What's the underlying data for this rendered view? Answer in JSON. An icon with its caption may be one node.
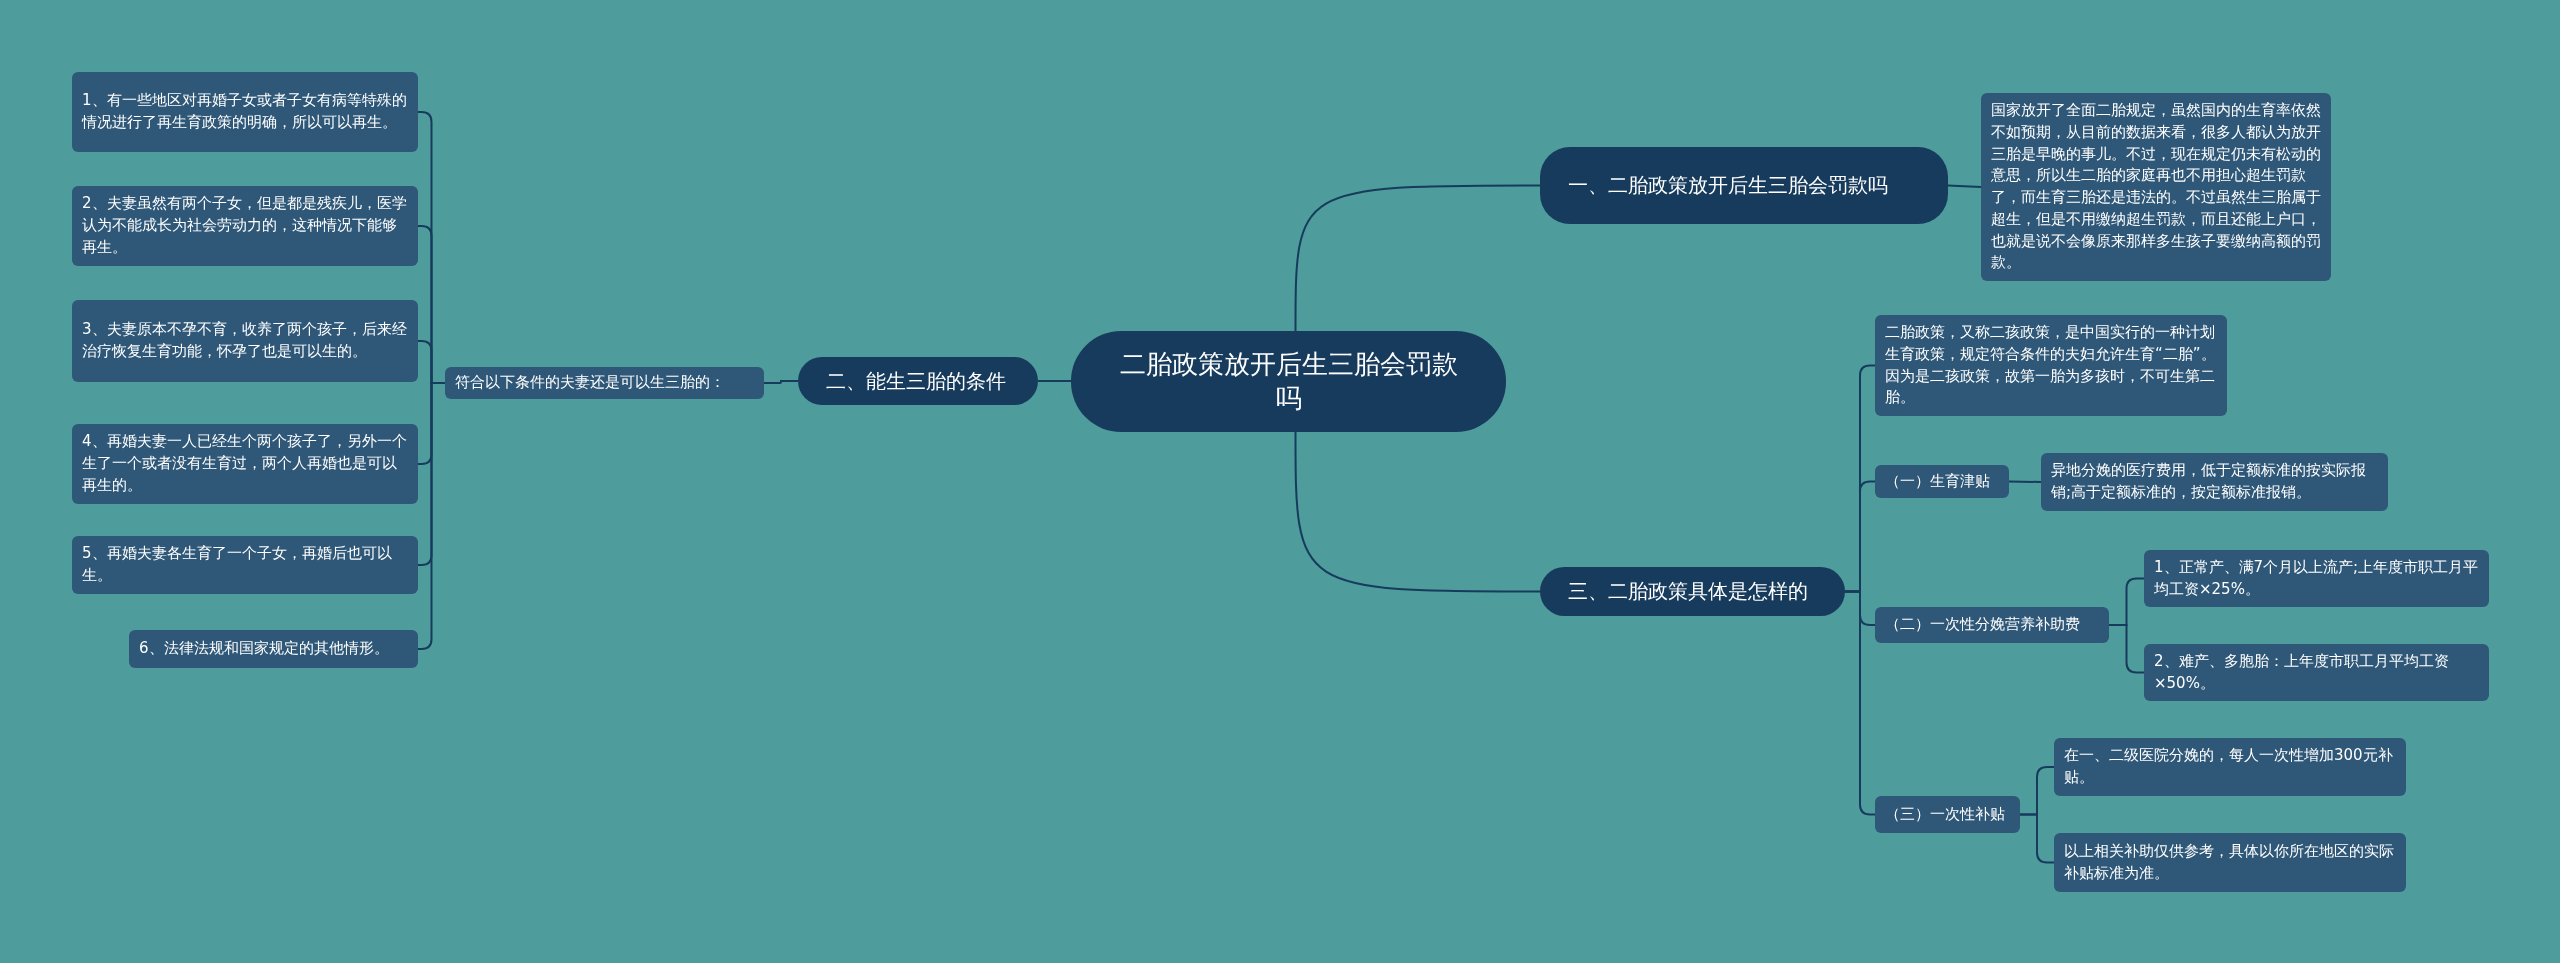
{
  "diagram": {
    "nodes": [
      {
        "text": [
          "二胎政策放开后生三胎会罚款吗"
        ]
      },
      {
        "text": [
          "一、二胎政策放开后生三胎会罚款吗"
        ]
      },
      {
        "text": [
          "国家放开了全面二胎规定，虽然国内的生育率依然不如预期，从目前的数据来看，很多人都认为放开三胎是早晚的事儿。不过，现在规定仍未有松动的意思，所以生二胎的家庭再也不用担心超生罚款了，而生育三胎还是违法的。不过虽然生三胎属于超生，但是不用缴纳超生罚款，而且还能上户口，也就是说不会像原来那样多生孩子要缴纳高额的罚款。"
        ]
      },
      {
        "text": [
          "二、能生三胎的条件"
        ]
      },
      {
        "text": [
          "符合以下条件的夫妻还是可以生三胎的："
        ]
      },
      {
        "text": [
          "1、有一些地区对再婚子女或者子女有病等特殊的情况进行了再生育政策的明确，所以可以再生。"
        ]
      },
      {
        "text": [
          "2、夫妻虽然有两个子女，但是都是残疾儿，医学认为不能成长为社会劳动力的，这种情况下能够再生。"
        ]
      },
      {
        "text": [
          "3、夫妻原本不孕不育，收养了两个孩子，后来经治疗恢复生育功能，怀孕了也是可以生的。"
        ]
      },
      {
        "text": [
          "4、再婚夫妻一人已经生个两个孩子了，另外一个生了一个或者没有生育过，两个人再婚也是可以再生的。"
        ]
      },
      {
        "text": [
          "5、再婚夫妻各生育了一个子女，再婚后也可以生。"
        ]
      },
      {
        "text": [
          "6、法律法规和国家规定的其他情形。"
        ]
      },
      {
        "text": [
          "三、二胎政策具体是怎样的"
        ]
      },
      {
        "text": [
          "二胎政策，又称二孩政策，是中国实行的一种计划生育政策，规定符合条件的夫妇允许生育“二胎”。因为是二孩政策，故第一胎为多孩时，不可生第二胎。"
        ]
      },
      {
        "text": [
          "（一）生育津贴"
        ]
      },
      {
        "text": [
          "异地分娩的医疗费用，低于定额标准的按实际报销;高于定额标准的，按定额标准报销。"
        ]
      },
      {
        "text": [
          "（二）一次性分娩营养补助费"
        ]
      },
      {
        "text": [
          "1、正常产、满7个月以上流产;上年度市职工月平均工资×25%。"
        ]
      },
      {
        "text": [
          "2、难产、多胞胎：上年度市职工月平均工资×50%。"
        ]
      },
      {
        "text": [
          "（三）一次性补贴"
        ]
      },
      {
        "text": [
          "在一、二级医院分娩的，每人一次性增加300元补贴。"
        ]
      },
      {
        "text": [
          "以上相关补助仅供参考，具体以你所在地区的实际补贴标准为准。"
        ]
      }
    ],
    "edges": [
      {
        "from": 0,
        "to": 1,
        "arrow": "none"
      },
      {
        "from": 1,
        "to": 2,
        "arrow": "none"
      },
      {
        "from": 0,
        "to": 3,
        "arrow": "none"
      },
      {
        "from": 3,
        "to": 4,
        "arrow": "none"
      },
      {
        "from": 4,
        "to": 5,
        "arrow": "none"
      },
      {
        "from": 4,
        "to": 6,
        "arrow": "none"
      },
      {
        "from": 4,
        "to": 7,
        "arrow": "none"
      },
      {
        "from": 4,
        "to": 8,
        "arrow": "none"
      },
      {
        "from": 4,
        "to": 9,
        "arrow": "none"
      },
      {
        "from": 4,
        "to": 10,
        "arrow": "none"
      },
      {
        "from": 0,
        "to": 11,
        "arrow": "none"
      },
      {
        "from": 11,
        "to": 12,
        "arrow": "none"
      },
      {
        "from": 11,
        "to": 13,
        "arrow": "none"
      },
      {
        "from": 13,
        "to": 14,
        "arrow": "none"
      },
      {
        "from": 11,
        "to": 15,
        "arrow": "none"
      },
      {
        "from": 15,
        "to": 16,
        "arrow": "none"
      },
      {
        "from": 15,
        "to": 17,
        "arrow": "none"
      },
      {
        "from": 11,
        "to": 18,
        "arrow": "none"
      },
      {
        "from": 18,
        "to": 19,
        "arrow": "none"
      },
      {
        "from": 18,
        "to": 20,
        "arrow": "none"
      }
    ]
  }
}
